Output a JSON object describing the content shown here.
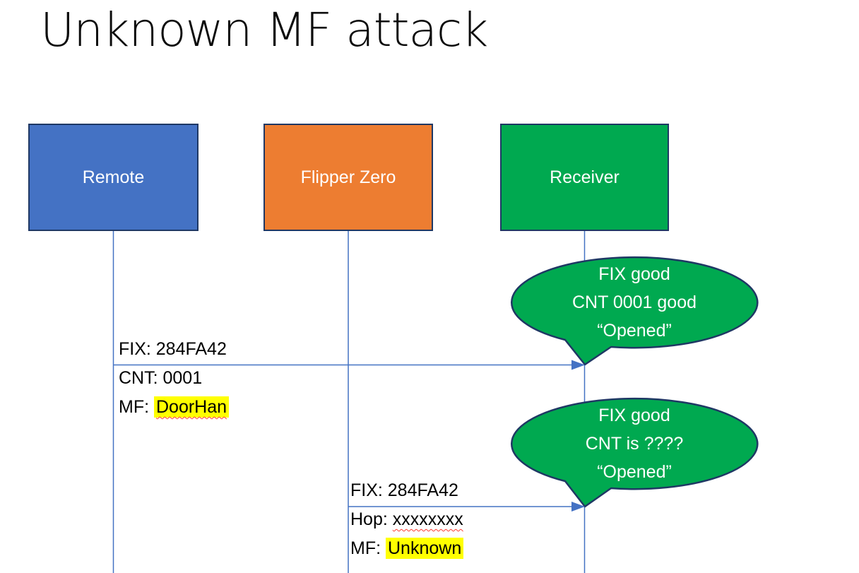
{
  "title": "Unknown MF attack",
  "colors": {
    "remote-fill": "#4472C4",
    "flipper-fill": "#ED7D31",
    "receiver-fill": "#00A950",
    "shape-border": "#1F3864",
    "line": "#4472C4",
    "highlight": "#FFFF00",
    "squiggle": "#FF3B30",
    "text-dark": "#000000",
    "text-light": "#FFFFFF"
  },
  "actors": [
    {
      "label": "Remote"
    },
    {
      "label": "Flipper Zero"
    },
    {
      "label": "Receiver"
    }
  ],
  "messages": [
    {
      "line1": "FIX: 284FA42",
      "line2": "CNT: 0001",
      "line3_prefix": "MF: ",
      "line3_value": "DoorHan"
    },
    {
      "line1": "FIX: 284FA42",
      "line2_prefix": "Hop: ",
      "line2_value": "xxxxxxxx",
      "line3_prefix": "MF: ",
      "line3_value": "Unknown"
    }
  ],
  "callouts": [
    {
      "line1": "FIX good",
      "line2": "CNT 0001 good",
      "line3": "“Opened”"
    },
    {
      "line1": "FIX good",
      "line2": "CNT is ????",
      "line3": "“Opened”"
    }
  ]
}
